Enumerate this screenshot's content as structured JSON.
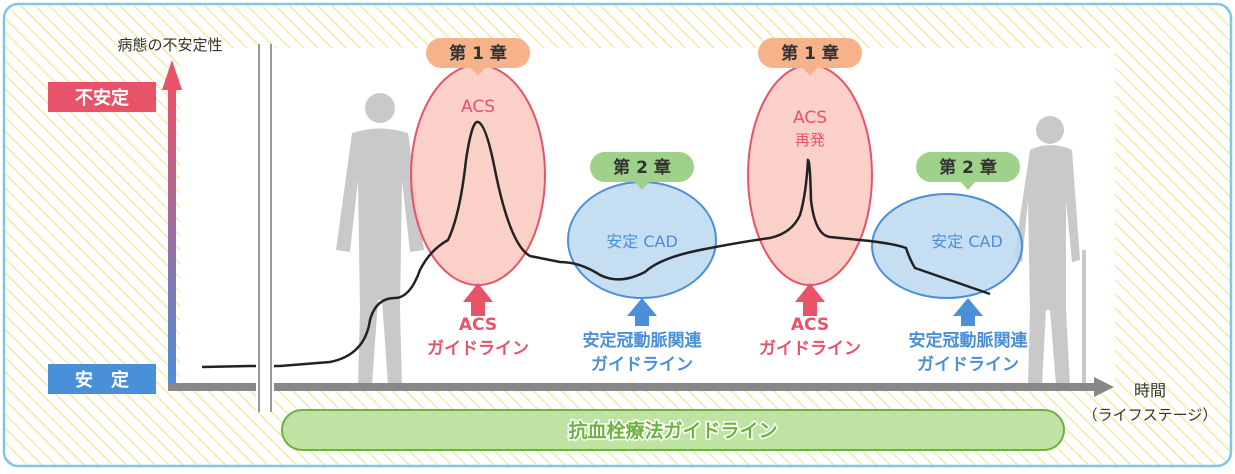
{
  "y_axis": {
    "title": "病態の不安定性",
    "top_label": "不安定",
    "bottom_label": "安　定"
  },
  "x_axis": {
    "title": "時間",
    "subtitle": "（ライフステージ）"
  },
  "chapter_tags": [
    {
      "label": "第 1 章",
      "color": "#f6b38a"
    },
    {
      "label": "第 2 章",
      "color": "#9fd18a"
    },
    {
      "label": "第 1 章",
      "color": "#f6b38a"
    },
    {
      "label": "第 2 章",
      "color": "#9fd18a"
    }
  ],
  "phases": [
    {
      "line1": "ACS",
      "line2": ""
    },
    {
      "line1": "安定 CAD",
      "line2": ""
    },
    {
      "line1": "ACS",
      "line2": "再発"
    },
    {
      "line1": "安定 CAD",
      "line2": ""
    }
  ],
  "guidelines": [
    {
      "line1": "ACS",
      "line2": "ガイドライン",
      "color": "#e8536a"
    },
    {
      "line1": "安定冠動脈関連",
      "line2": "ガイドライン",
      "color": "#4a90d9"
    },
    {
      "line1": "ACS",
      "line2": "ガイドライン",
      "color": "#e8536a"
    },
    {
      "line1": "安定冠動脈関連",
      "line2": "ガイドライン",
      "color": "#4a90d9"
    }
  ],
  "bottom_bar": {
    "label": "抗血栓療法ガイドライン"
  },
  "colors": {
    "frame": "#7ec8e3",
    "hatch": "#f6e9a8",
    "acs_fill": "#f9c8c0",
    "acs_stroke": "#e8536a",
    "cad_fill": "#bcd8f0",
    "cad_stroke": "#4a90d9",
    "bar_fill": "#bfe3a3",
    "bar_stroke": "#6db33f",
    "axis_top": "#e8536a",
    "axis_bottom": "#4a90d9",
    "silhouette": "#c9c9c9"
  }
}
